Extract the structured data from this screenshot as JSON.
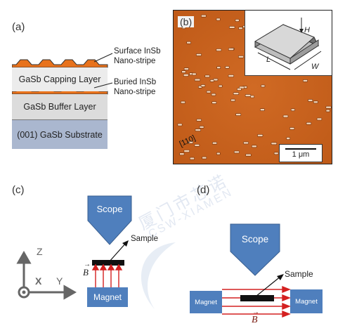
{
  "panel_a": {
    "letter": "(a)",
    "layers": {
      "capping": "GaSb Capping Layer",
      "buffer": "GaSb Buffer Layer",
      "substrate": "(001) GaSb Substrate"
    },
    "callouts": {
      "surface_line1": "Surface InSb",
      "surface_line2": "Nano-stripe",
      "buried_line1": "Buried InSb",
      "buried_line2": "Nano-stripe"
    },
    "colors": {
      "stripe": "#e8721c",
      "capping": "#ececec",
      "buffer": "#dcdcdc",
      "substrate": "#aab7cf"
    }
  },
  "panel_b": {
    "letter": "(b)",
    "direction_label": "[110]",
    "scale_bar": "1 μm",
    "inset_labels": {
      "height": "H",
      "length": "L",
      "width": "W"
    }
  },
  "panel_c": {
    "letter": "(c)",
    "scope": "Scope",
    "sample": "Sample",
    "magnet": "Magnet",
    "field": "B",
    "axes": {
      "z": "Z",
      "x": "X",
      "y": "Y"
    }
  },
  "panel_d": {
    "letter": "(d)",
    "scope": "Scope",
    "sample": "Sample",
    "magnet_left": "Magnet",
    "magnet_right": "Magnet",
    "field": "B"
  },
  "watermark": {
    "line1": "厦门市芯诺",
    "line2": "CSW-XIAMEN"
  },
  "colors": {
    "box_blue": "#4f7fbd",
    "field_red": "#d42020",
    "afm_orange": "#c8621f"
  }
}
